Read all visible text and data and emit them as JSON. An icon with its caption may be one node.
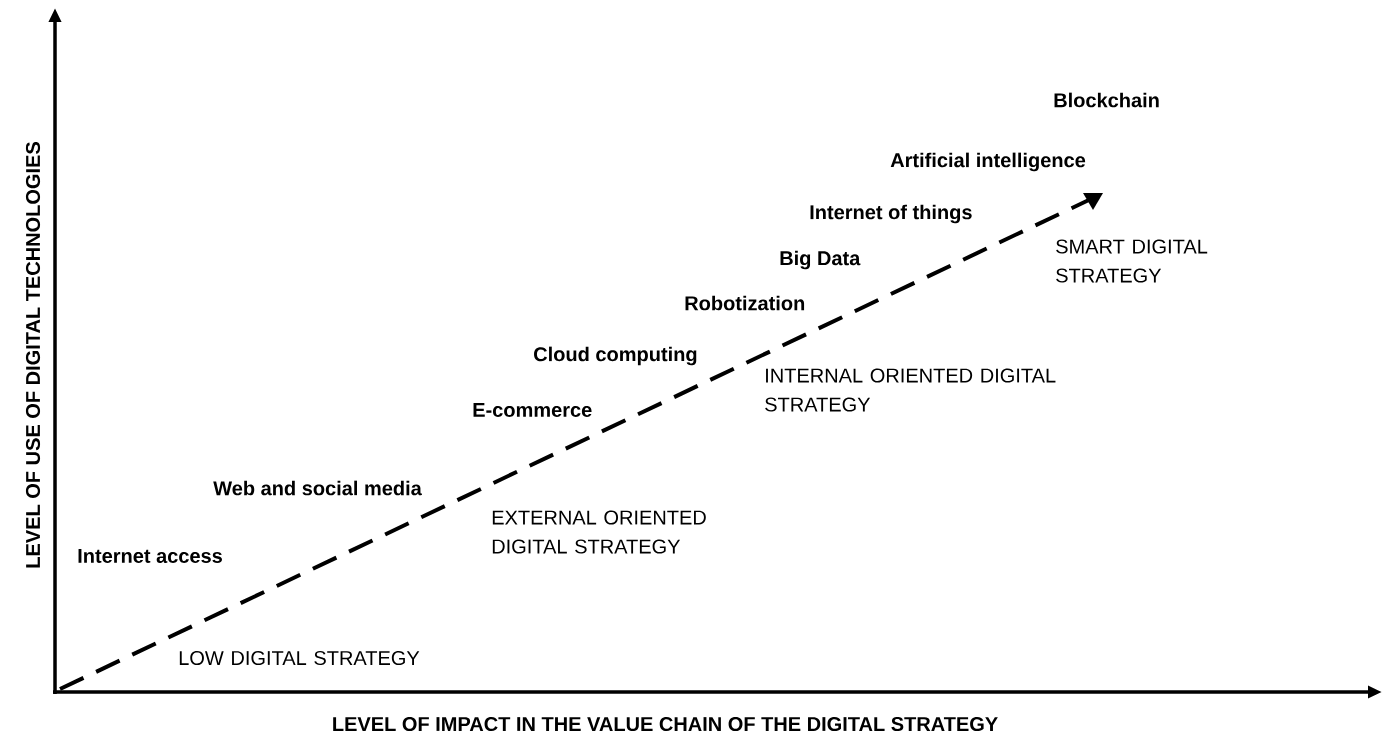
{
  "diagram": {
    "labels": [
      "Blockchain",
      "Artificial intelligence",
      "Internet of things",
      "SMART DIGITAL STRATEGY",
      "Big Data",
      "Robotization",
      "Cloud computing",
      "INTERNAL ORIENTED DIGITAL STRATEGY",
      "E-commerce",
      "Web and social media",
      "EXTERNAL ORIENTED DIGITAL STRATEGY",
      "Internet access",
      "LOW DIGITAL STRATEGY",
      "LEVEL OF USE OF DIGITAL TECHNOLOGIES",
      "LEVEL OF IMPACT IN THE VALUE CHAIN OF THE DIGITAL STRATEGY"
    ]
  }
}
